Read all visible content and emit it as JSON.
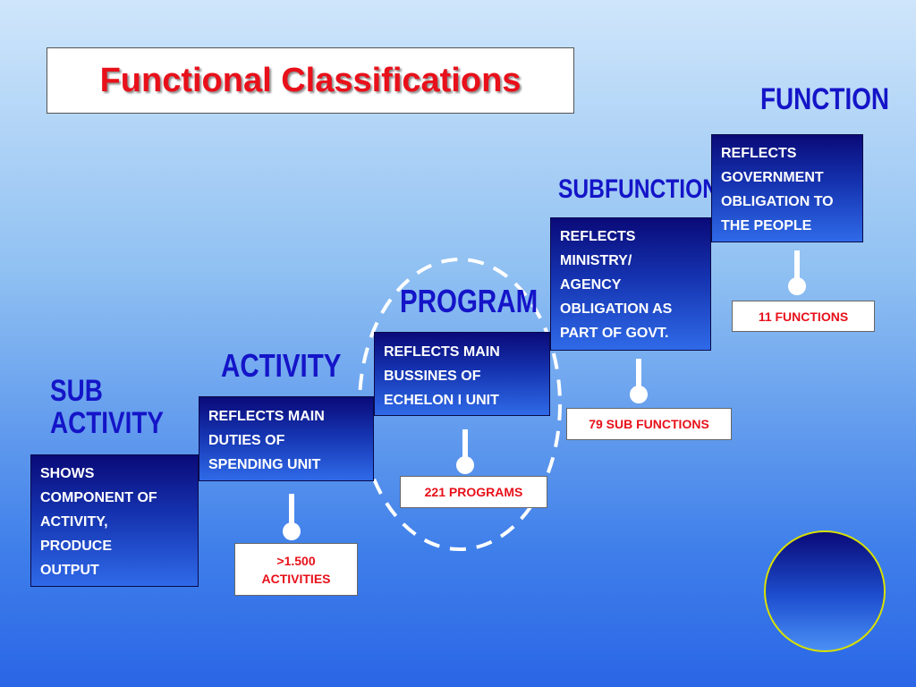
{
  "title": "Functional Classifications",
  "levels": {
    "function": {
      "label": "FUNCTION",
      "description": [
        "REFLECTS",
        "GOVERNMENT",
        "OBLIGATION TO",
        "THE PEOPLE"
      ],
      "count": [
        "11 FUNCTIONS"
      ]
    },
    "subfunction": {
      "label": "SUBFUNCTION",
      "description": [
        "REFLECTS",
        "MINISTRY/",
        "AGENCY",
        "OBLIGATION AS",
        "PART OF GOVT."
      ],
      "count": [
        "79  SUB FUNCTIONS"
      ]
    },
    "program": {
      "label": "PROGRAM",
      "description": [
        "REFLECTS MAIN",
        "BUSSINES OF",
        "ECHELON I UNIT"
      ],
      "count": [
        "221 PROGRAMS"
      ]
    },
    "activity": {
      "label": "ACTIVITY",
      "description": [
        "REFLECTS MAIN",
        "DUTIES OF",
        "SPENDING UNIT"
      ],
      "count": [
        ">1.500",
        "ACTIVITIES"
      ]
    },
    "sub_activity": {
      "label": [
        "SUB",
        "ACTIVITY"
      ],
      "description": [
        "SHOWS",
        "COMPONENT OF",
        "ACTIVITY,",
        "PRODUCE",
        "OUTPUT"
      ]
    }
  },
  "colors": {
    "title_text": "#e8101a",
    "level_label": "#1414c8",
    "count_text": "#e8101a",
    "box_gradient_top": "#0a0a78",
    "box_gradient_bottom": "#2f6ae8"
  }
}
